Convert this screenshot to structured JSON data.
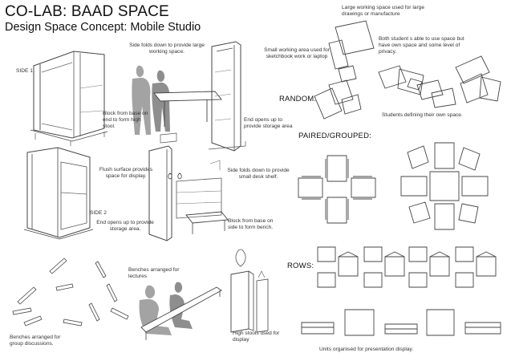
{
  "header": {
    "title": "CO-LAB: BAAD SPACE",
    "subtitle": "Design Space Concept: Mobile Studio"
  },
  "sides": {
    "side1": "SIDE 1",
    "side2": "SIDE 2"
  },
  "notes": {
    "side_folds_large": "Side folds down to provide large working space.",
    "block_high_stool": "Block from base on end to form high stool.",
    "end_opens_storage_1": "End opens up to provide storage area",
    "flush_surface": "Flush surface provides space for display.",
    "end_opens_storage_2": "End opens up to provide storage area.",
    "side_folds_small": "Side folds down to provide small desk shelf.",
    "block_bench": "Block from base on side to form bench.",
    "benches_lectures": "Benches arranged for lectures",
    "benches_group": "Benches arranged for group discussions.",
    "high_stools_display": "High stools used for display",
    "large_working_space": "Large working space used for large drawings or manufacture",
    "small_working_area": "Small working area used for sketchbook work or laptop",
    "both_students": "Both student s able to use space but have own space and some level of privacy.",
    "students_defining": "Students defining their own space.",
    "units_presentation": "Units organised for presentation display."
  },
  "sections": {
    "random": "RANDOM:",
    "paired": "PAIRED/GROUPED:",
    "rows": "ROWS:"
  },
  "colors": {
    "ink": "#444444",
    "figure": "#a3a3a3",
    "figure_dark": "#8e8e8e",
    "shadow": "#cfcfcf"
  }
}
